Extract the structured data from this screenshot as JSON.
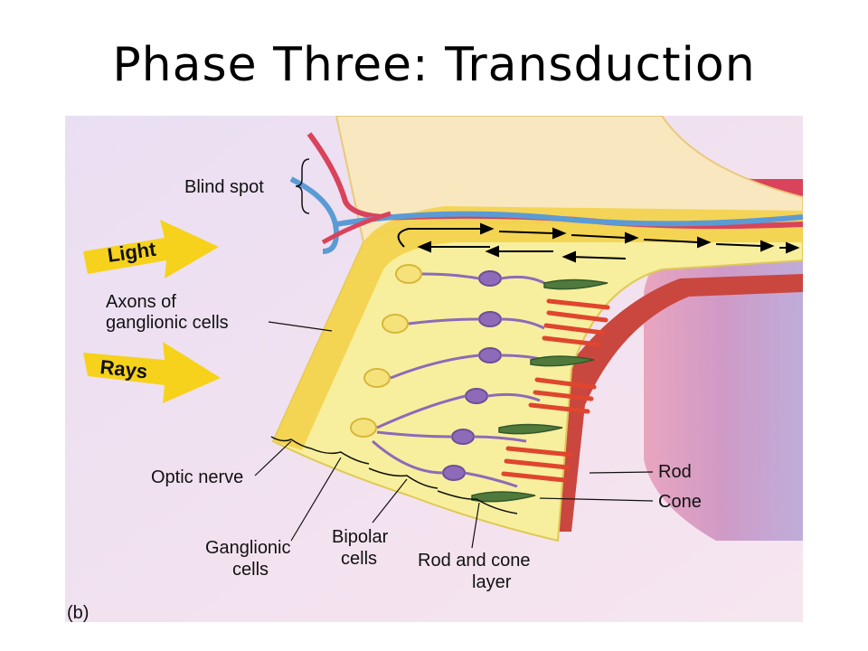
{
  "title": "Phase Three: Transduction",
  "figure": {
    "labels": {
      "blind_spot": "Blind spot",
      "light": "Light",
      "axons_line1": "Axons of",
      "axons_line2": "ganglionic cells",
      "rays": "Rays",
      "optic_nerve": "Optic nerve",
      "ganglionic_line1": "Ganglionic",
      "ganglionic_line2": "cells",
      "bipolar_line1": "Bipolar",
      "bipolar_line2": "cells",
      "rodcone_line1": "Rod and cone",
      "rodcone_line2": "layer",
      "rod": "Rod",
      "cone": "Cone",
      "panel": "(b)"
    },
    "colors": {
      "background": "#efe0f0",
      "retina": "#f7e98a",
      "nerve_fibers": "#f3d24a",
      "ganglion": "#f5e27a",
      "bipolar": "#8e6ab8",
      "rod": "#e0452e",
      "cone": "#4f7a3c",
      "vessel_red": "#d9435b",
      "vessel_blue": "#5b9bd5",
      "arrow": "#f6d21c"
    }
  }
}
